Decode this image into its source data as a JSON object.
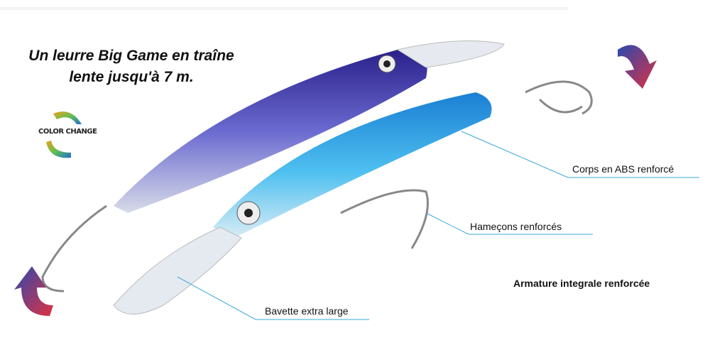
{
  "headline": {
    "line1": "Un leurre Big Game en traîne",
    "line2": "lente jusqu'à 7 m."
  },
  "badge": {
    "text": "COLOR CHANGE"
  },
  "callouts": {
    "body": "Corps en ABS renforcé",
    "hooks": "Hameçons renforcés",
    "lip": "Bavette extra large",
    "frame": "Armature integrale renforcée"
  },
  "colors": {
    "callout_line": "#3aa9d8",
    "lure_blue": "#1e88d6",
    "lure_purple": "#4a3aa8"
  }
}
